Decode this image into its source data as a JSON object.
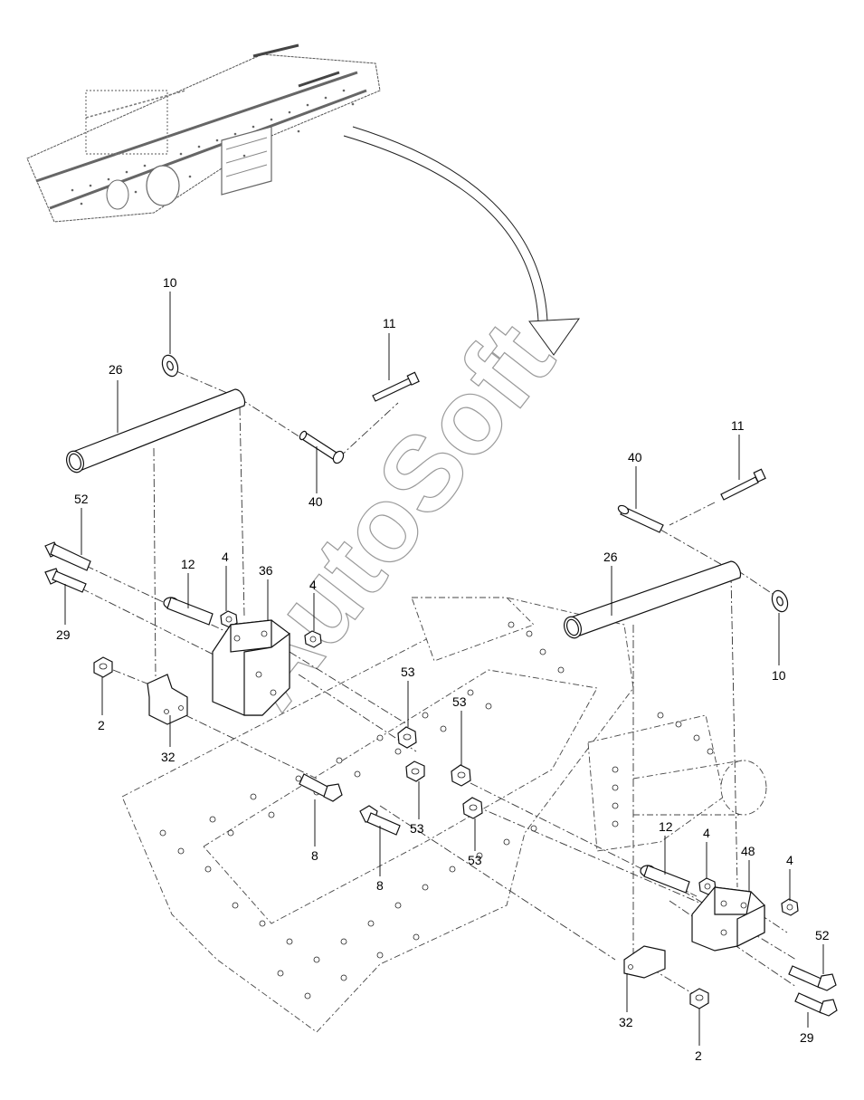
{
  "diagram": {
    "watermark": "AutoSoft",
    "callouts": {
      "washer_top_left": "10",
      "tube_left": "26",
      "pin_top_left": "11",
      "pin_left": "40",
      "bolt_52_left": "52",
      "bolt_29_left": "29",
      "sleeve_left": "12",
      "nut_4_left_a": "4",
      "bracket_left": "36",
      "nut_4_left_b": "4",
      "nut_2_left": "2",
      "clip_left": "32",
      "nut_53_a": "53",
      "nut_53_b": "53",
      "nut_53_c": "53",
      "nut_53_d": "53",
      "bolt_8_a": "8",
      "bolt_8_b": "8",
      "pin_top_right": "11",
      "pin_right": "40",
      "tube_right": "26",
      "washer_right": "10",
      "sleeve_right": "12",
      "nut_4_right_a": "4",
      "bracket_right": "48",
      "nut_4_right_b": "4",
      "bolt_52_right": "52",
      "bolt_29_right": "29",
      "clip_right": "32",
      "nut_2_right": "2"
    }
  }
}
